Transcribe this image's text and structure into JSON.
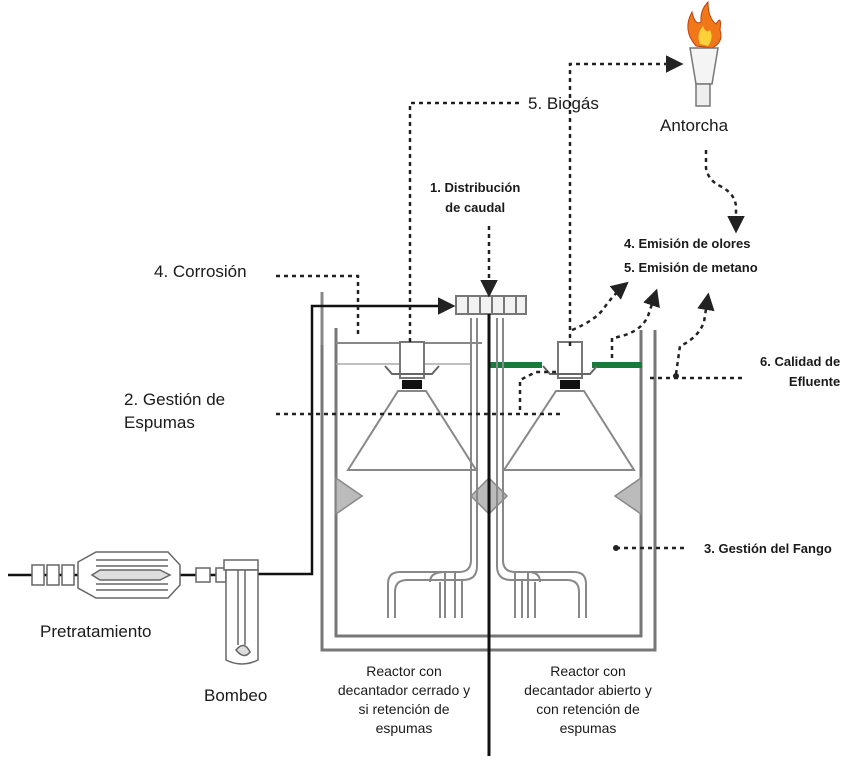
{
  "labels": {
    "biogas": "5. Biogás",
    "antorcha": "Antorcha",
    "distribucion": [
      "1. Distribución",
      "de caudal"
    ],
    "emision_olores": "4. Emisión de olores",
    "emision_metano": "5. Emisión de metano",
    "corrosion": "4. Corrosión",
    "espumas": [
      "2. Gestión de",
      "Espumas"
    ],
    "calidad": [
      "6. Calidad de",
      "Efluente"
    ],
    "fango": "3. Gestión del Fango",
    "pretratamiento": "Pretratamiento",
    "bombeo": "Bombeo",
    "reactor_cerrado": [
      "Reactor  con",
      "decantador cerrado y",
      "si retención de",
      "espumas"
    ],
    "reactor_abierto": [
      "Reactor  con",
      "decantador abierto y",
      "con  retención de",
      "espumas"
    ]
  },
  "colors": {
    "line": "#222222",
    "vessel": "#555555",
    "baffle": "#1a7a3a",
    "flame": "#f07818"
  },
  "icons": [
    "flame-icon",
    "pump-icon",
    "pretreatment-unit-icon",
    "flow-distributor-icon"
  ]
}
